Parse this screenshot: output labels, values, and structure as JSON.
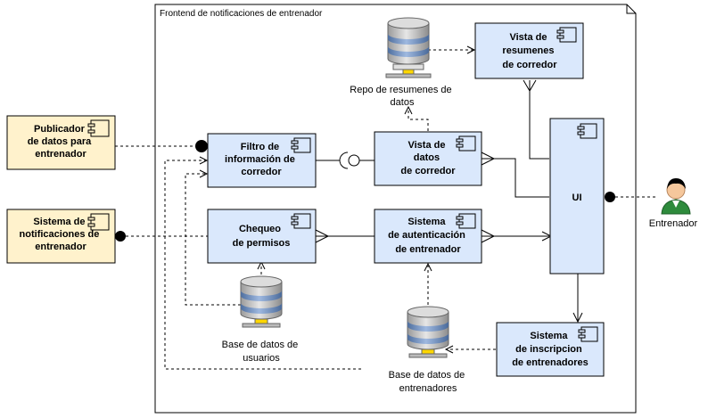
{
  "frame": {
    "title": "Frontend de notificaciones de entrenador"
  },
  "components": {
    "publicador": [
      "Publicador",
      "de datos para",
      "entrenador"
    ],
    "sistema_notif": [
      "Sistema de",
      "notificaciones de",
      "entrenador"
    ],
    "filtro": [
      "Filtro de",
      "información de",
      "corredor"
    ],
    "chequeo": [
      "Chequeo",
      "de permisos"
    ],
    "vista_datos": [
      "Vista de",
      "datos",
      "de corredor"
    ],
    "autenticacion": [
      "Sistema",
      "de autenticación",
      "de entrenador"
    ],
    "vista_resumenes": [
      "Vista de",
      "resumenes",
      "de corredor"
    ],
    "ui": [
      "UI"
    ],
    "inscripcion": [
      "Sistema",
      "de inscripcion",
      "de entrenadores"
    ]
  },
  "databases": {
    "repo_resumenes": [
      "Repo de resumenes de",
      "datos"
    ],
    "usuarios": [
      "Base de datos de",
      "usuarios"
    ],
    "entrenadores": [
      "Base de datos de",
      "entrenadores"
    ]
  },
  "actor": {
    "label": "Entrenador"
  },
  "colors": {
    "component_fill": "#dae8fc",
    "external_fill": "#fff2cc",
    "db_body": "#c8c8c8",
    "db_band": "#6c8ebf",
    "db_base": "#ffd700",
    "actor_shirt": "#2e8b3c",
    "actor_face": "#f5c79c",
    "actor_hair": "#000000"
  }
}
